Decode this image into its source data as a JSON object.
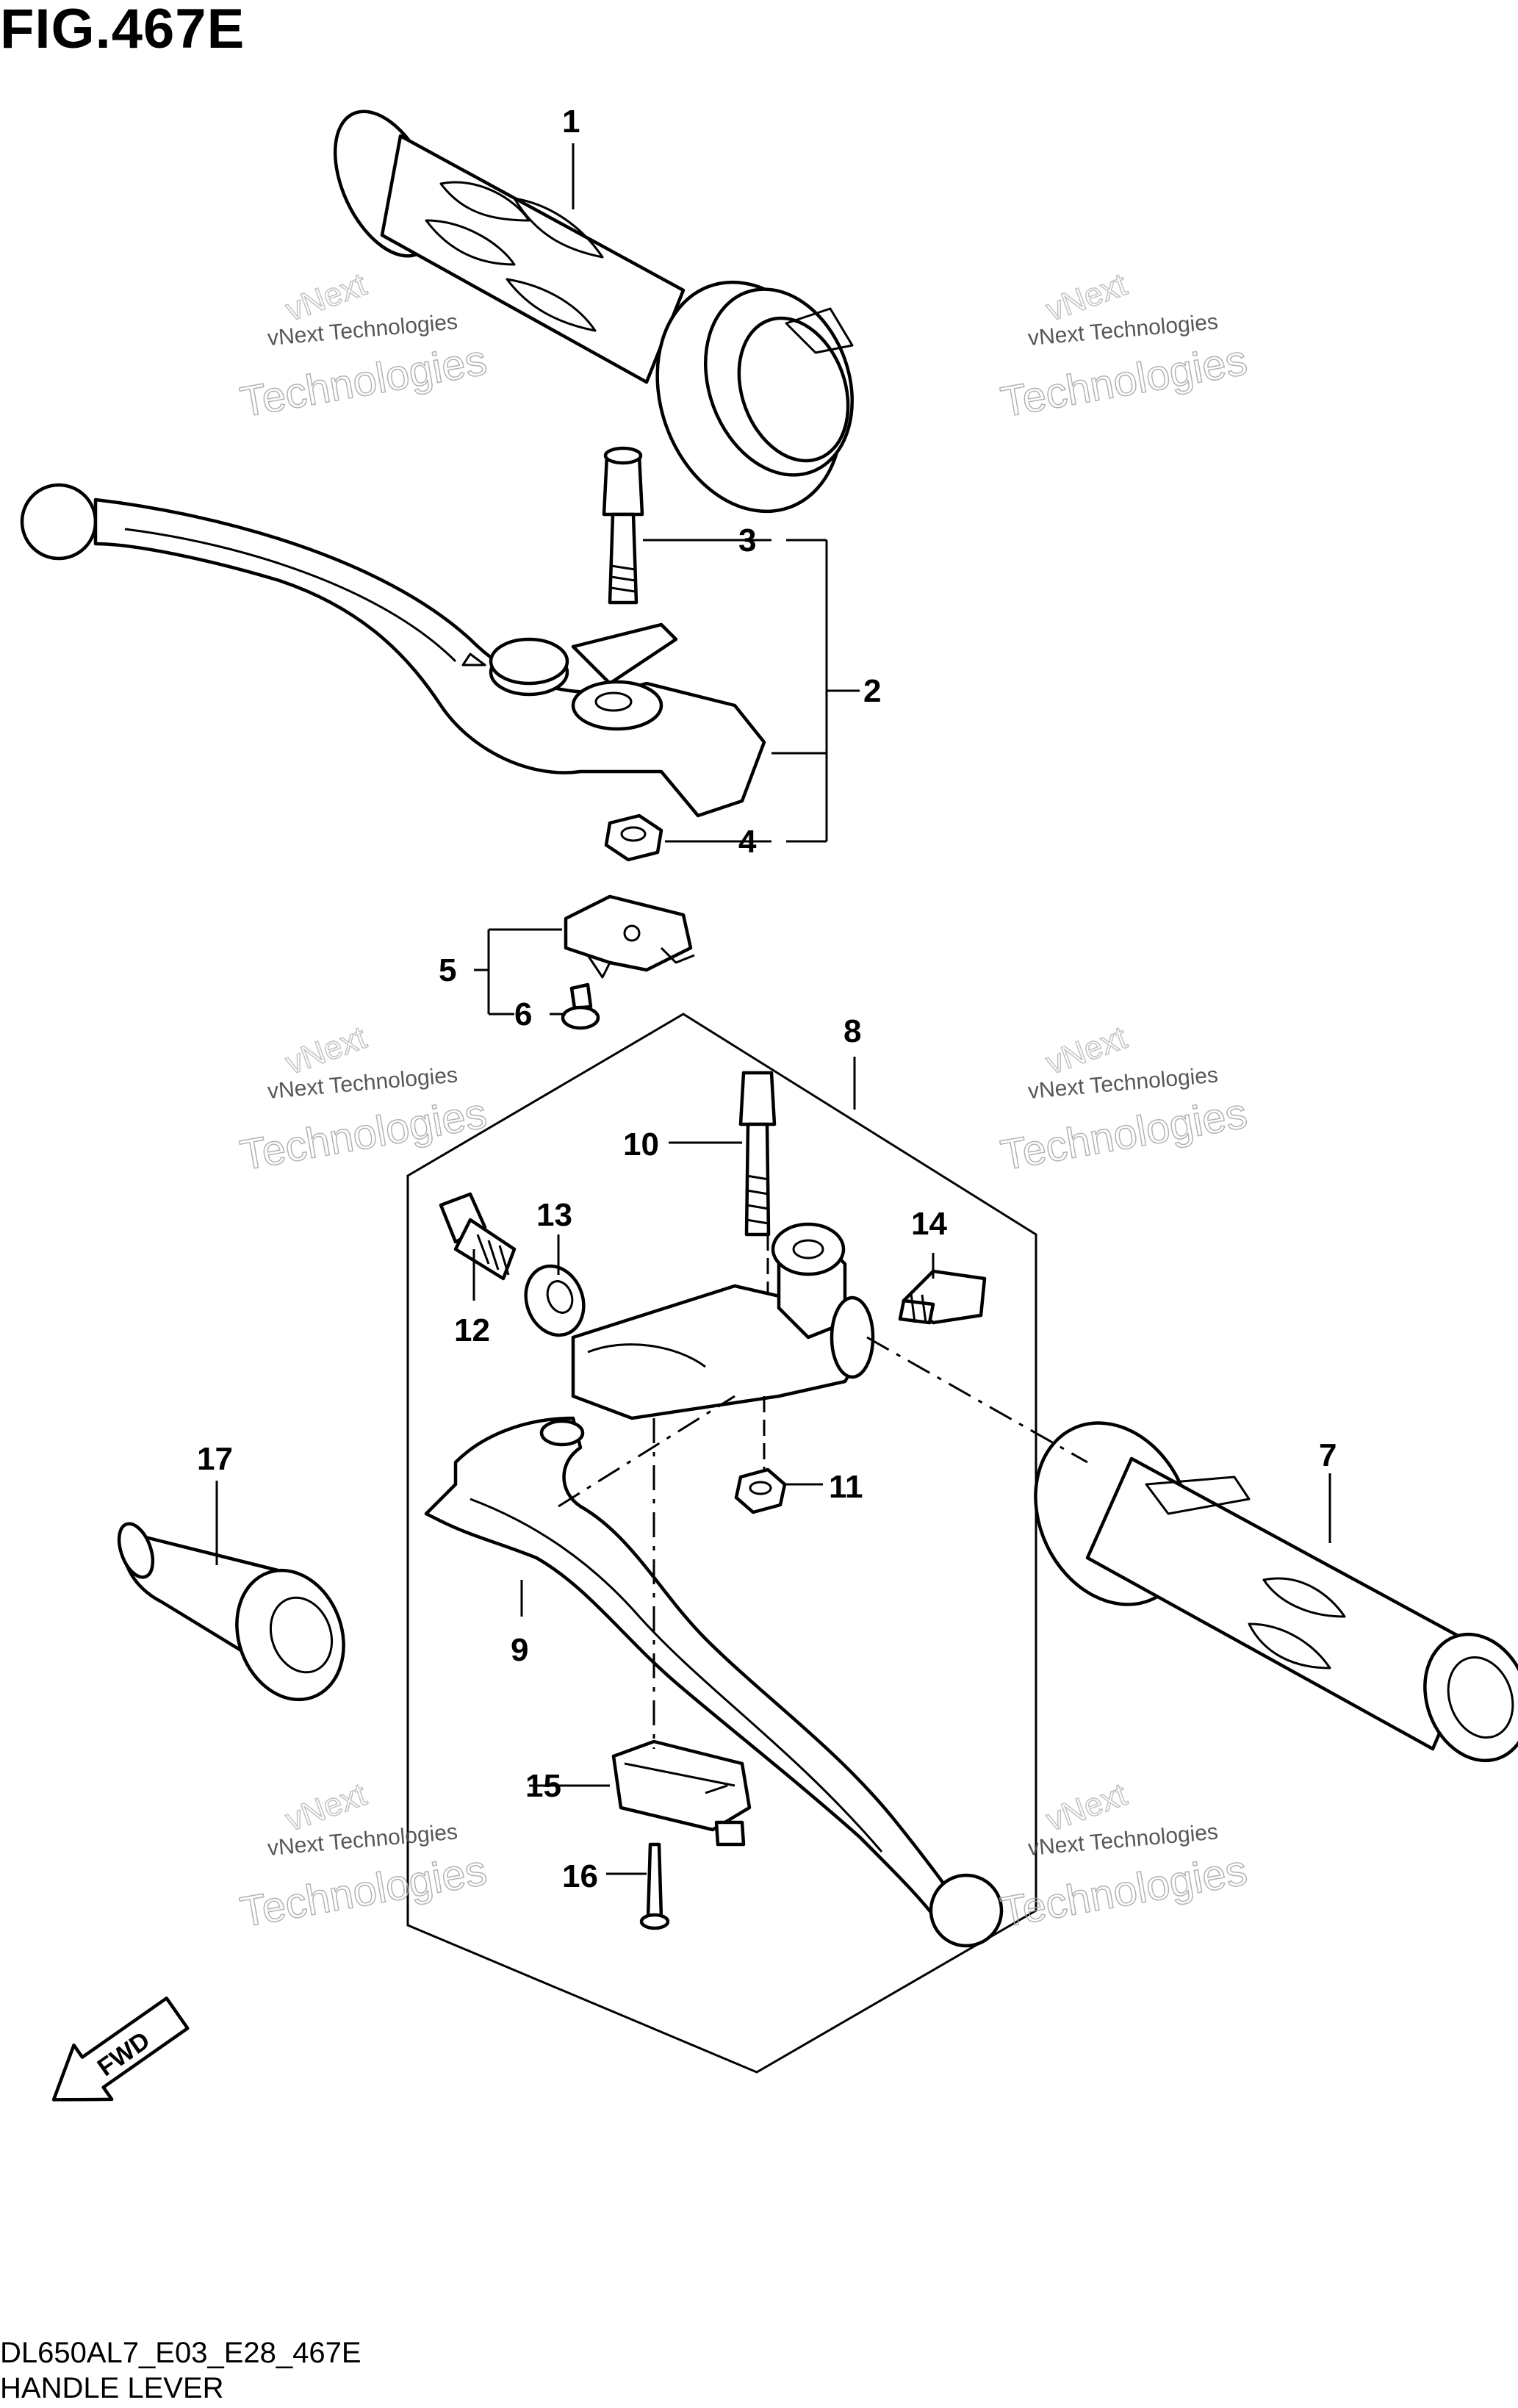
{
  "figure": {
    "title": "FIG.467E",
    "code": "DL650AL7_E03_E28_467E",
    "name": "HANDLE LEVER",
    "fwd": "FWD"
  },
  "watermark": {
    "line1": "vNext Technologies",
    "line2": "vNext",
    "line3": "Technologies"
  },
  "parts": [
    "1",
    "2",
    "3",
    "4",
    "5",
    "6",
    "7",
    "8",
    "9",
    "10",
    "11",
    "12",
    "13",
    "14",
    "15",
    "16",
    "17"
  ]
}
